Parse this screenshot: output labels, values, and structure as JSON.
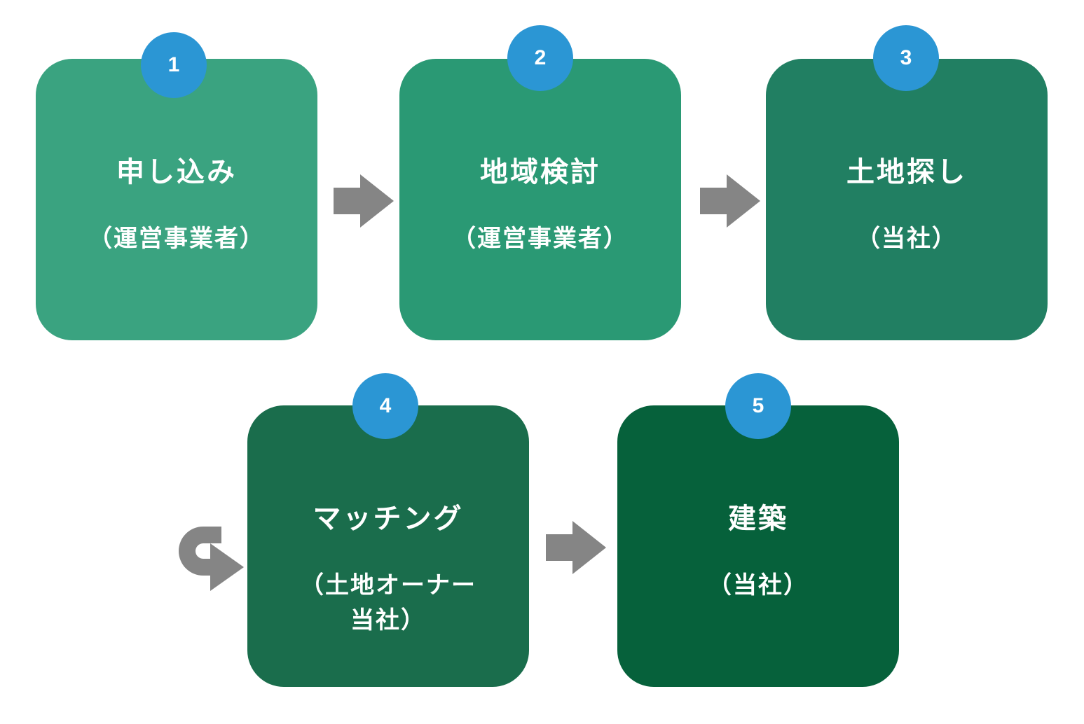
{
  "colors": {
    "step1": "#3AA380",
    "step2": "#2A9974",
    "step3": "#217F62",
    "step4": "#1A6D4C",
    "step5": "#06613B",
    "badge": "#2B96D4",
    "arrow": "#858585"
  },
  "steps": [
    {
      "number": "1",
      "title": "申し込み",
      "sub": "（運営事業者）"
    },
    {
      "number": "2",
      "title": "地域検討",
      "sub": "（運営事業者）"
    },
    {
      "number": "3",
      "title": "土地探し",
      "sub": "（当社）"
    },
    {
      "number": "4",
      "title": "マッチング",
      "sub": "（土地オーナー\n当社）"
    },
    {
      "number": "5",
      "title": "建築",
      "sub": "（当社）"
    }
  ],
  "icons": {
    "arrow": "arrow-right-icon",
    "loop": "u-turn-arrow-icon"
  }
}
